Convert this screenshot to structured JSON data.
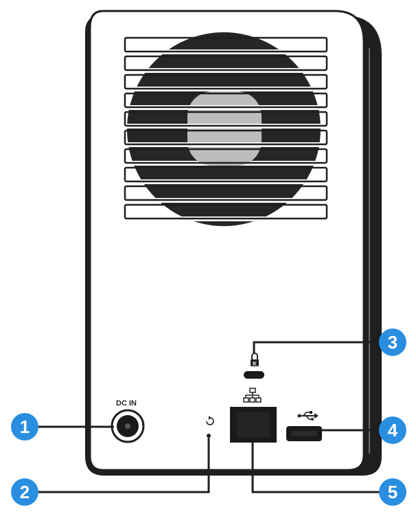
{
  "device": {
    "dc_in_label": "DC IN",
    "icons": [
      "reset-icon",
      "kensington-lock-icon",
      "ethernet-icon",
      "usb-icon"
    ]
  },
  "callouts": [
    {
      "number": "1",
      "target": "dc-in-port"
    },
    {
      "number": "2",
      "target": "reset-button"
    },
    {
      "number": "3",
      "target": "kensington-lock-slot"
    },
    {
      "number": "4",
      "target": "usb-port"
    },
    {
      "number": "5",
      "target": "ethernet-port"
    }
  ],
  "colors": {
    "callout": "#2a8ee0",
    "body": "#ffffff",
    "outline": "#1f1f1f",
    "fan": "#262626",
    "fan_hub": "#bdbdbd"
  }
}
